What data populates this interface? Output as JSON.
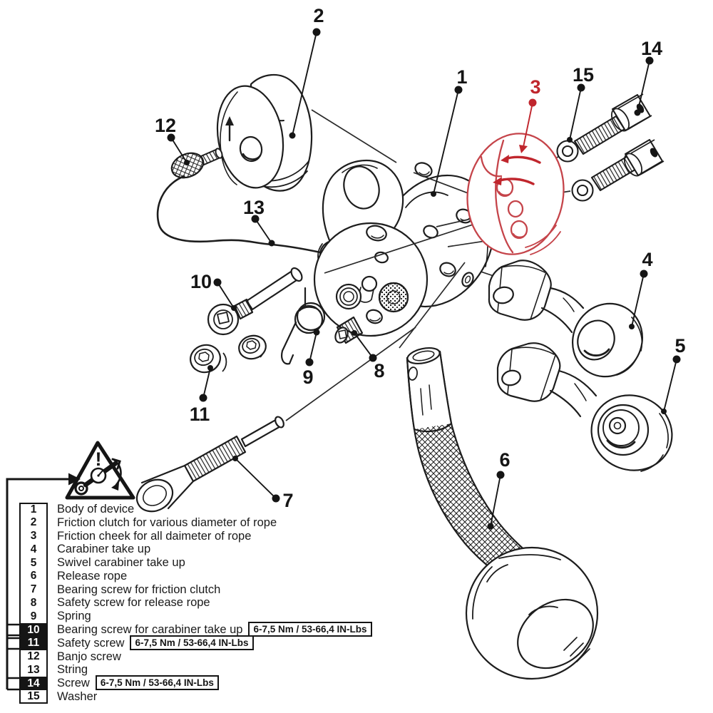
{
  "callouts": [
    "1",
    "2",
    "3",
    "4",
    "5",
    "6",
    "7",
    "8",
    "9",
    "10",
    "11",
    "12",
    "13",
    "14",
    "15"
  ],
  "warning": {
    "exclamation": "!"
  },
  "table": {
    "rows": [
      {
        "num": "1",
        "label": "Body of device",
        "highlighted": false
      },
      {
        "num": "2",
        "label": "Friction clutch for various diameter of rope",
        "highlighted": false
      },
      {
        "num": "3",
        "label": "Friction cheek for all daimeter of rope",
        "highlighted": false
      },
      {
        "num": "4",
        "label": "Carabiner take up",
        "highlighted": false
      },
      {
        "num": "5",
        "label": "Swivel carabiner take up",
        "highlighted": false
      },
      {
        "num": "6",
        "label": "Release rope",
        "highlighted": false
      },
      {
        "num": "7",
        "label": "Bearing screw for friction clutch",
        "highlighted": false
      },
      {
        "num": "8",
        "label": "Safety screw for release rope",
        "highlighted": false
      },
      {
        "num": "9",
        "label": "Spring",
        "highlighted": false
      },
      {
        "num": "10",
        "label": "Bearing screw for carabiner take up",
        "torque": "6-7,5 Nm / 53-66,4 IN-Lbs",
        "highlighted": true
      },
      {
        "num": "11",
        "label": "Safety screw",
        "torque": "6-7,5 Nm / 53-66,4 IN-Lbs",
        "highlighted": true
      },
      {
        "num": "12",
        "label": "Banjo screw",
        "highlighted": false
      },
      {
        "num": "13",
        "label": "String",
        "highlighted": false
      },
      {
        "num": "14",
        "label": "Screw",
        "torque": "6-7,5 Nm / 53-66,4 IN-Lbs",
        "highlighted": true
      },
      {
        "num": "15",
        "label": "Washer",
        "highlighted": false
      }
    ]
  },
  "colors": {
    "background": "#ffffff",
    "ink": "#1d1d1d",
    "red_outline": "#c5444a",
    "red_strong": "#c0262d",
    "highlight_row": "#151515"
  }
}
